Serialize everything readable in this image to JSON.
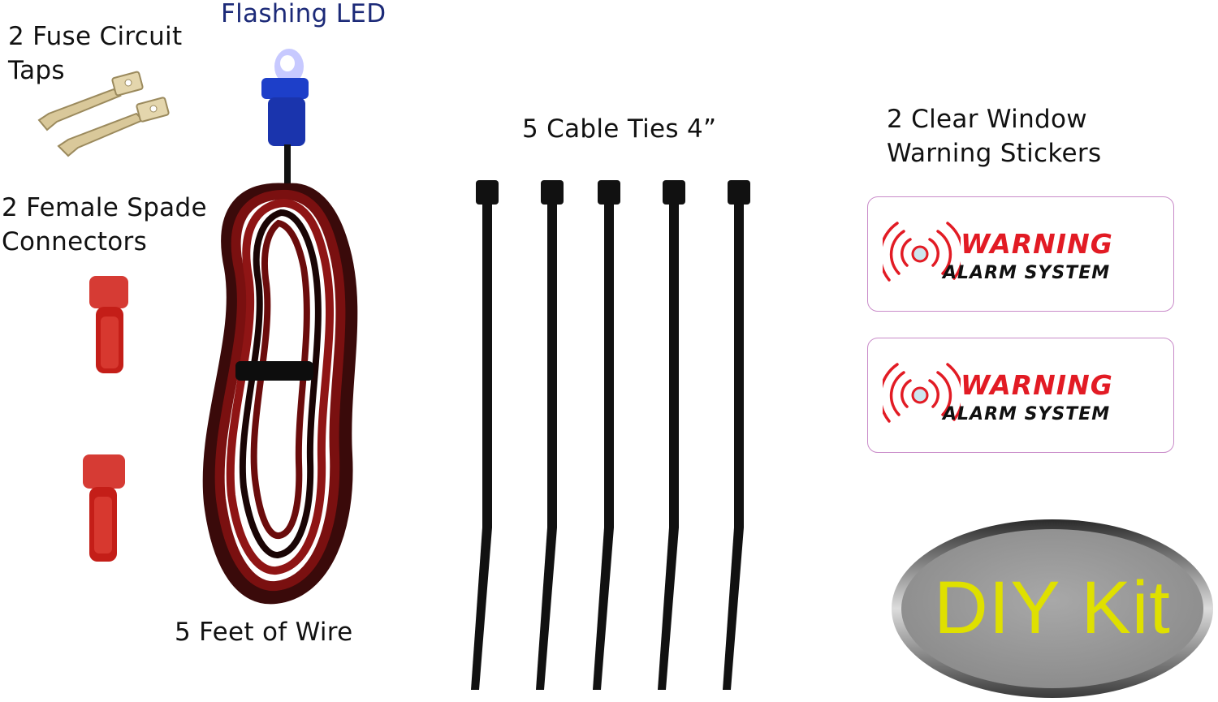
{
  "labels": {
    "flashing_led": "Flashing LED",
    "fuse_taps_line1": "2 Fuse Circuit",
    "fuse_taps_line2": "Taps",
    "spade_line1": "2 Female Spade",
    "spade_line2": "Connectors",
    "wire": "5 Feet of Wire",
    "cable_ties": "5 Cable Ties 4”",
    "stickers_line1": "2 Clear Window",
    "stickers_line2": "Warning Stickers"
  },
  "stickers": [
    {
      "warning": "WARNING",
      "subtitle": "ALARM SYSTEM"
    },
    {
      "warning": "WARNING",
      "subtitle": "ALARM SYSTEM"
    }
  ],
  "badge": {
    "text": "DIY Kit"
  },
  "colors": {
    "led_blue": "#1d3fc9",
    "wire_red": "#7a1010",
    "spade_red": "#d2261e",
    "warning_red": "#e21b24",
    "badge_yellow": "#dfe000",
    "label_blue": "#1c2a78"
  }
}
